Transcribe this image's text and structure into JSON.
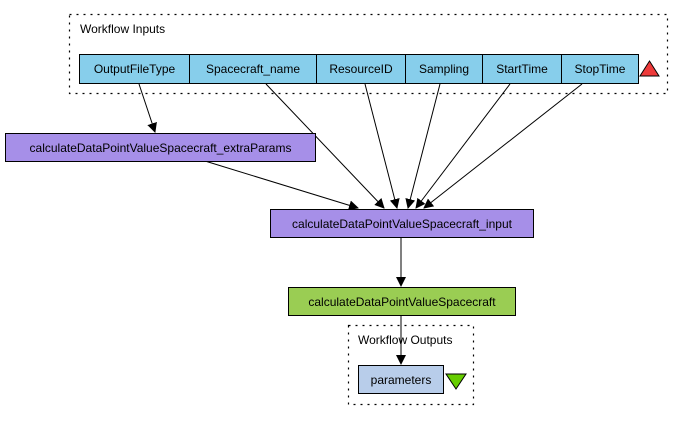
{
  "clusters": {
    "inputs": {
      "label": "Workflow Inputs"
    },
    "outputs": {
      "label": "Workflow Outputs"
    }
  },
  "inputs": [
    {
      "id": "OutputFileType",
      "label": "OutputFileType"
    },
    {
      "id": "Spacecraft_name",
      "label": "Spacecraft_name"
    },
    {
      "id": "ResourceID",
      "label": "ResourceID"
    },
    {
      "id": "Sampling",
      "label": "Sampling"
    },
    {
      "id": "StartTime",
      "label": "StartTime"
    },
    {
      "id": "StopTime",
      "label": "StopTime"
    }
  ],
  "processors": {
    "extraParams": {
      "label": "calculateDataPointValueSpacecraft_extraParams"
    },
    "input": {
      "label": "calculateDataPointValueSpacecraft_input"
    },
    "main": {
      "label": "calculateDataPointValueSpacecraft"
    }
  },
  "outputs": [
    {
      "id": "parameters",
      "label": "parameters"
    }
  ],
  "colors": {
    "input_port": "#87ceeb",
    "beanshell": "#a68fe8",
    "service": "#9acd53",
    "output_port": "#b8cdea",
    "input_marker": "#ee3b3b",
    "output_marker": "#66cd00"
  },
  "edges": [
    {
      "from": "OutputFileType",
      "to": "extraParams"
    },
    {
      "from": "Spacecraft_name",
      "to": "input"
    },
    {
      "from": "ResourceID",
      "to": "input"
    },
    {
      "from": "Sampling",
      "to": "input"
    },
    {
      "from": "StartTime",
      "to": "input"
    },
    {
      "from": "StopTime",
      "to": "input"
    },
    {
      "from": "extraParams",
      "to": "input"
    },
    {
      "from": "input",
      "to": "main"
    },
    {
      "from": "main",
      "to": "parameters"
    }
  ]
}
